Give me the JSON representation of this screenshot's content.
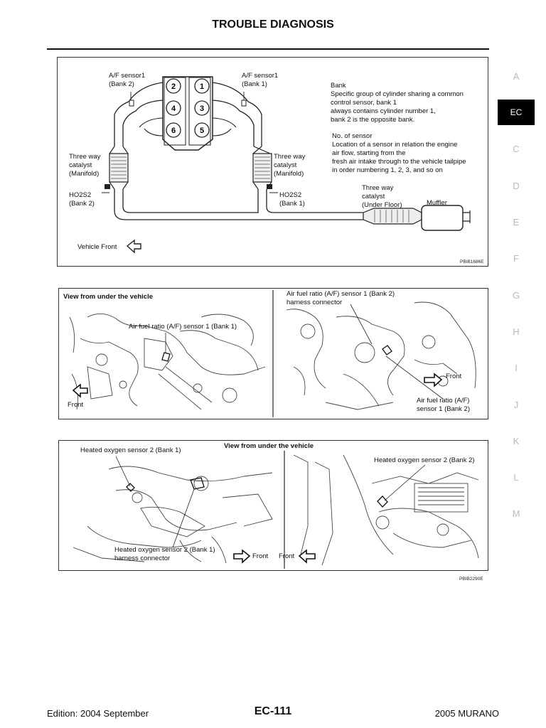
{
  "header": {
    "title": "TROUBLE DIAGNOSIS"
  },
  "side_tabs": [
    "A",
    "EC",
    "C",
    "D",
    "E",
    "F",
    "G",
    "H",
    "I",
    "J",
    "K",
    "L",
    "M"
  ],
  "figure1": {
    "cylinders": [
      "2",
      "1",
      "4",
      "3",
      "6",
      "5"
    ],
    "af_bank2": "A/F sensor1\n(Bank 2)",
    "af_bank1": "A/F sensor1\n(Bank 1)",
    "bank_def": "Bank\nSpecific group of cylinder sharing a common\ncontrol sensor, bank 1\nalways contains cylinder number 1,\nbank 2 is the opposite bank.",
    "sensor_def": "No. of sensor\nLocation of a sensor in relation the engine\nair flow, starting from the\nfresh air intake through to the vehicle tailpipe\nin order numbering 1, 2, 3, and so on",
    "catalyst_left": "Three way\ncatalyst\n(Manifold)",
    "catalyst_right": "Three way\ncatalyst\n(Manifold)",
    "ho2s2_bank2": "HO2S2\n(Bank 2)",
    "ho2s2_bank1": "HO2S2\n(Bank 1)",
    "catalyst_under": "Three way\ncatalyst\n(Under Floor)",
    "muffler": "Muffler",
    "vehicle_front": "Vehicle Front",
    "code": "PBIB1686E"
  },
  "figure2": {
    "view_label": "View from under the vehicle",
    "af_bank1": "Air fuel ratio (A/F) sensor 1 (Bank 1)",
    "front_left": "Front",
    "af_bank2_connector": "Air fuel ratio (A/F) sensor 1 (Bank 2)\nharness connector",
    "front_right": "Front",
    "af_bank2": "Air fuel ratio (A/F)\nsensor 1 (Bank 2)"
  },
  "figure3": {
    "view_label": "View from under the vehicle",
    "hos2_bank1": "Heated oxygen sensor 2 (Bank 1)",
    "hos2_bank2": "Heated oxygen sensor 2 (Bank 2)",
    "hos2_bank1_connector": "Heated oxygen sensor 2 (Bank 1)\nharness connector",
    "front_left": "Front",
    "front_right": "Front"
  },
  "fig23_code": "PBIB2290E",
  "footer": {
    "edition": "Edition: 2004 September",
    "page": "EC-111",
    "model": "2005 MURANO"
  }
}
